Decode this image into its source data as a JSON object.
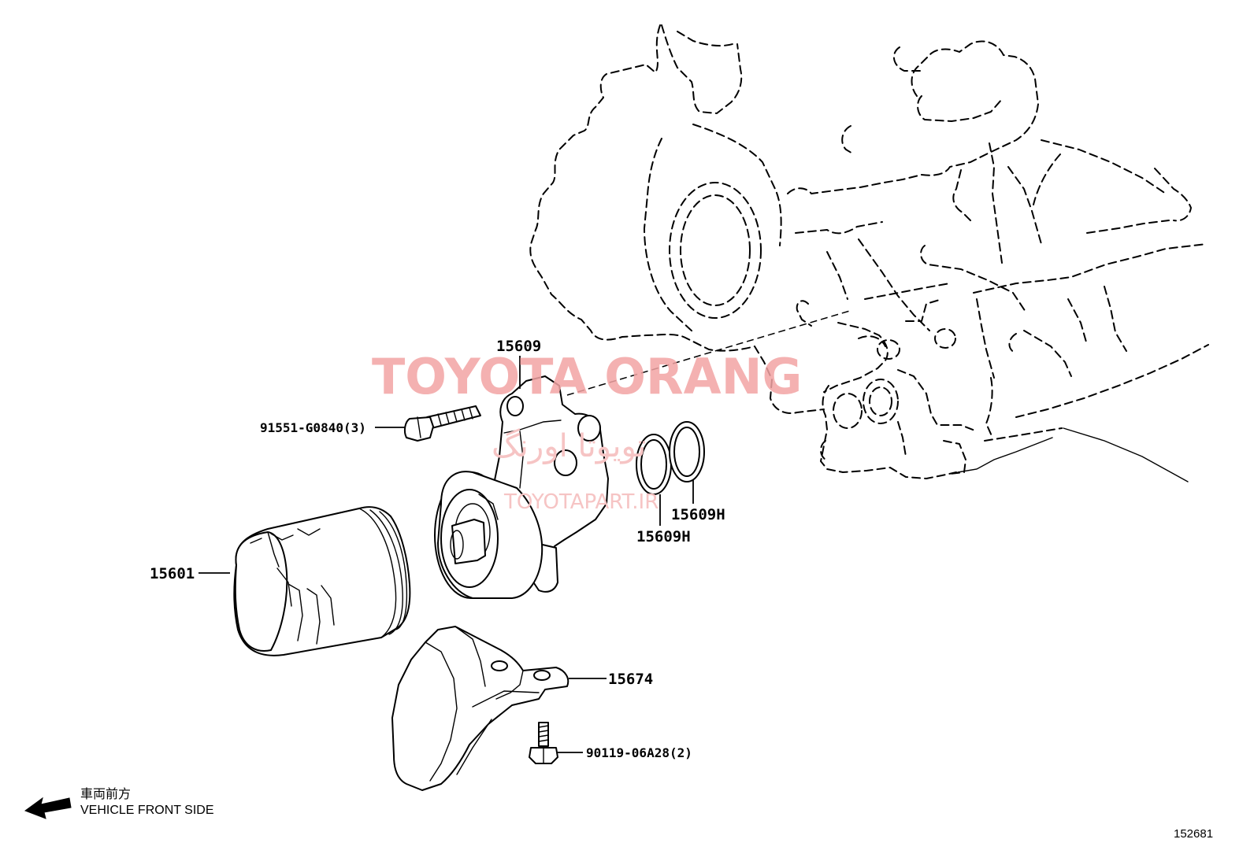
{
  "callouts": {
    "bracket_housing": "15609",
    "housing_bolt": "91551-G0840(3)",
    "gasket_upper": "15609H",
    "gasket_lower": "15609H",
    "oil_filter": "15601",
    "filter_bracket": "15674",
    "bracket_bolt": "90119-06A28(2)"
  },
  "direction": {
    "japanese": "車両前方",
    "english": "VEHICLE FRONT SIDE"
  },
  "illustration_id": "152681",
  "watermark": {
    "main": "TOYOTA ORANG",
    "arabic": "تویوتا اورنگ",
    "sub": "TOYOTAPART.IR"
  }
}
